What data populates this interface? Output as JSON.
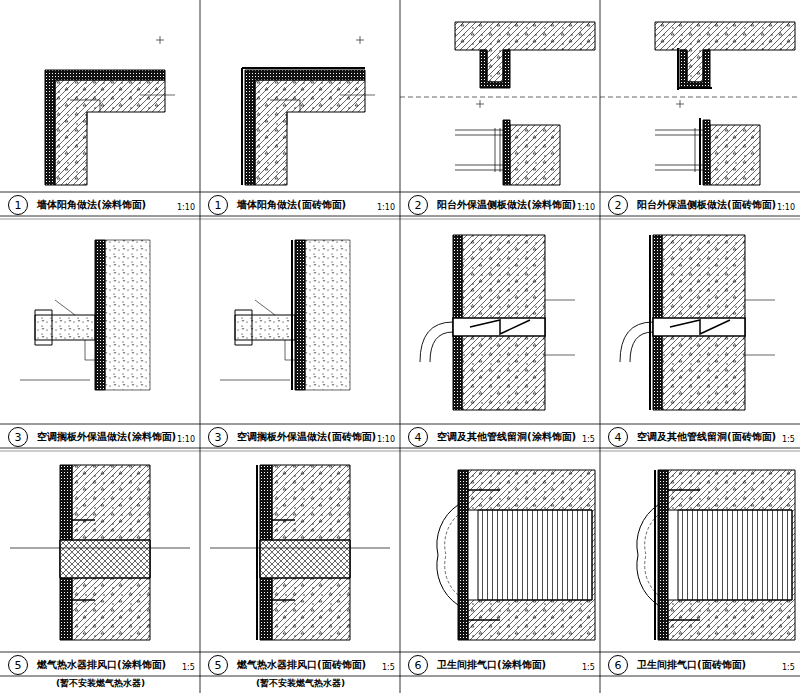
{
  "diagram": {
    "nodes": [
      {
        "text": [
          "1"
        ]
      },
      {
        "text": [
          "1"
        ]
      },
      {
        "text": [
          "2"
        ]
      },
      {
        "text": [
          "2"
        ]
      },
      {
        "text": [
          "3"
        ]
      },
      {
        "text": [
          "3"
        ]
      },
      {
        "text": [
          "4"
        ]
      },
      {
        "text": [
          "4"
        ]
      },
      {
        "text": [
          "5"
        ]
      },
      {
        "text": [
          "5"
        ]
      },
      {
        "text": [
          "6"
        ]
      },
      {
        "text": [
          "6"
        ]
      }
    ],
    "labels": [
      "墙体阳角做法(涂料饰面)",
      "1:10",
      "墙体阳角做法(面砖饰面)",
      "1:10",
      "阳台外保温侧板做法(涂料饰面)",
      "1:10",
      "阳台外保温侧板做法(面砖饰面)",
      "1:10",
      "空调搁板外保温做法(涂料饰面)",
      "1:10",
      "空调搁板外保温做法(面砖饰面)",
      "1:10",
      "空调及其他管线留洞(涂料饰面)",
      "1:5",
      "空调及其他管线留洞(面砖饰面)",
      "1:5",
      "燃气热水器排风口(涂料饰面)",
      "1:5",
      "(暂不安装燃气热水器)",
      "燃气热水器排风口(面砖饰面)",
      "1:5",
      "(暂不安装燃气热水器)",
      "卫生间排气口(涂料饰面)",
      "1:5",
      "卫生间排气口(面砖饰面)",
      "1:5"
    ]
  }
}
